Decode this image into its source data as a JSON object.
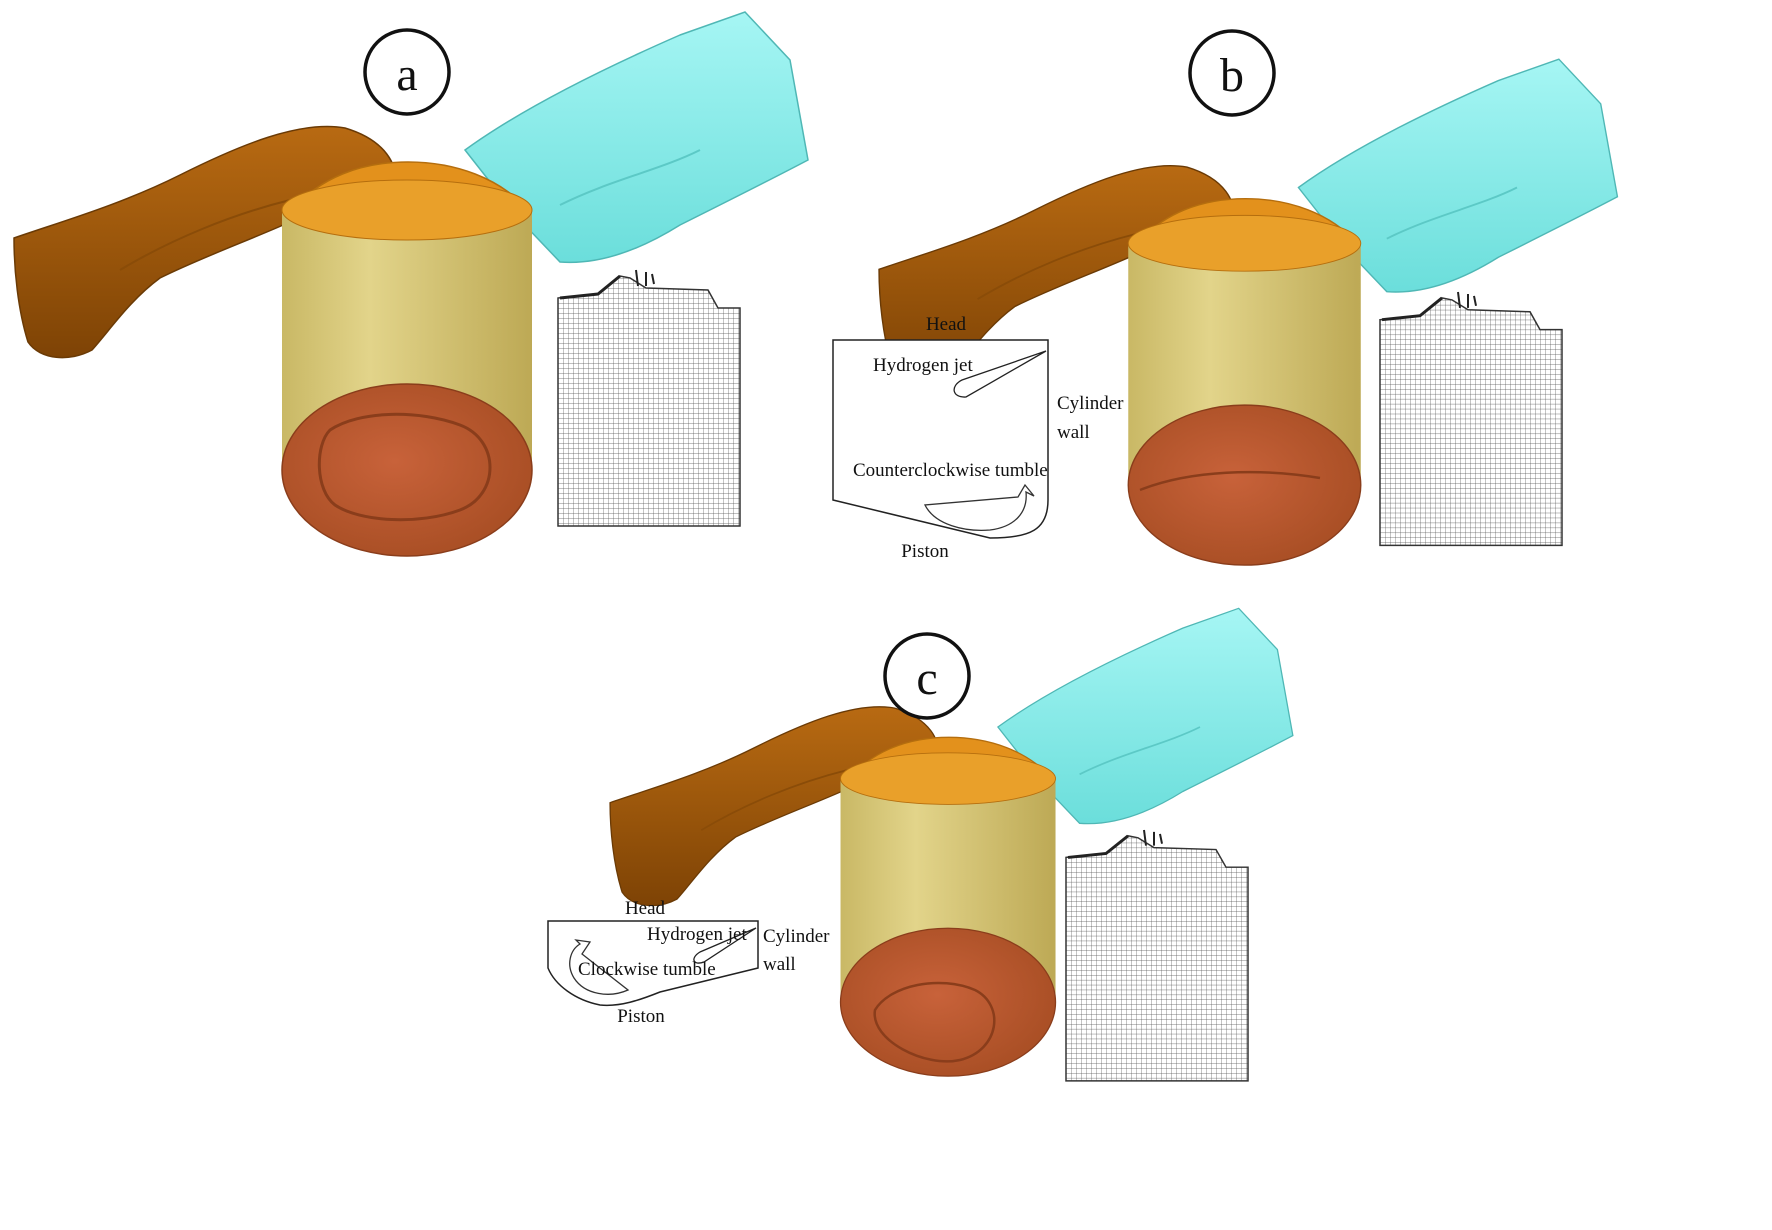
{
  "panels": [
    {
      "id": "a",
      "label": "a"
    },
    {
      "id": "b",
      "label": "b",
      "schematic": {
        "head": "Head",
        "jet": "Hydrogen jet",
        "wall_line1": "Cylinder",
        "wall_line2": "wall",
        "tumble": "Counterclockwise tumble",
        "piston": "Piston"
      }
    },
    {
      "id": "c",
      "label": "c",
      "schematic": {
        "head": "Head",
        "jet": "Hydrogen jet",
        "wall_line1": "Cylinder",
        "wall_line2": "wall",
        "tumble": "Clockwise tumble",
        "piston": "Piston"
      }
    }
  ],
  "colors": {
    "exhaust_port": "#a0580a",
    "intake_port": "#8ff0ee",
    "cylinder_liner": "#d8c979",
    "cylinder_head": "#e3911c",
    "piston_crown": "#b3562c",
    "mesh_lines": "#555555"
  }
}
